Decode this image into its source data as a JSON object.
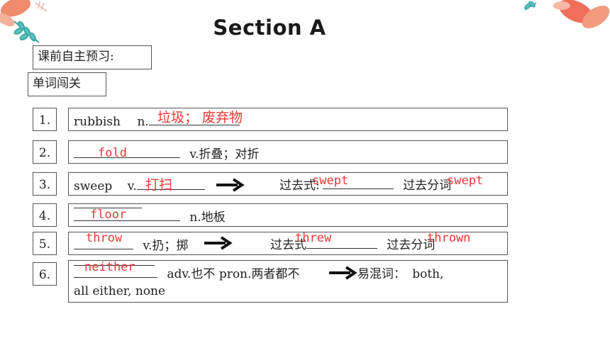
{
  "title": "Section A",
  "prestudy_label": "课前自主预习:",
  "vocab_label": "单词闯关",
  "rows": [
    {
      "num": "1.",
      "word": "rubbish",
      "pos": "n.",
      "answer": "垃圾； 废弃物"
    },
    {
      "num": "2.",
      "answer": "fold",
      "meaning": "v.折叠；对折"
    },
    {
      "num": "3.",
      "word": "sweep",
      "pos": "v.",
      "answer": "打扫",
      "past_label": "过去式:",
      "past_answer": "swept",
      "pp_label": "过去分词",
      "pp_answer": "swept"
    },
    {
      "num": "4.",
      "answer": "floor",
      "meaning": "n.地板"
    },
    {
      "num": "5.",
      "answer": "throw",
      "meaning": "v.扔；掷",
      "past_label": "过去式",
      "past_answer": "threw",
      "pp_label": "过去分词",
      "pp_answer": "thrown"
    },
    {
      "num": "6.",
      "answer": "neither",
      "meaning": "adv.也不 pron.两者都不",
      "confuse_label": "易混词：",
      "confuse_words_1": "both,",
      "confuse_words_2": "all either, none"
    }
  ],
  "colors": {
    "answer": "#e53935",
    "border": "#555555"
  }
}
